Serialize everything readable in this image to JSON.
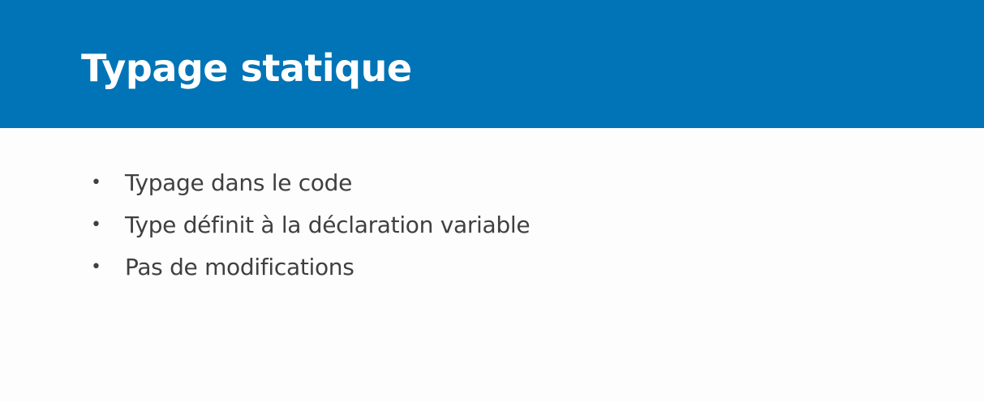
{
  "slide": {
    "title": "Typage statique",
    "bullets": [
      "Typage dans le code",
      "Type définit à la déclaration variable",
      "Pas de modifications"
    ],
    "colors": {
      "title_bar": "#0074b7",
      "title_text": "#ffffff",
      "body_text": "#404040",
      "background": "#fdfdfd"
    }
  }
}
